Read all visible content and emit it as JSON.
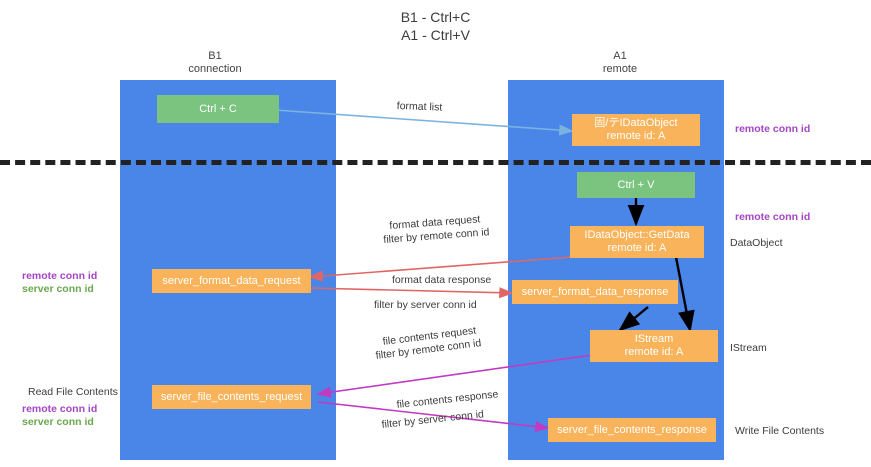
{
  "title": {
    "line1": "B1 - Ctrl+C",
    "line2": "A1 - Ctrl+V"
  },
  "lanes": [
    {
      "id": "b1",
      "name": "B1",
      "sub": "connection"
    },
    {
      "id": "a1",
      "name": "A1",
      "sub": "remote"
    }
  ],
  "nodes": {
    "ctrl_c": {
      "line1": "Ctrl + C",
      "line2": ""
    },
    "register_idataobject": {
      "line1": "固/テIDataObject",
      "line2": "remote id: A"
    },
    "ctrl_v": {
      "line1": "Ctrl + V",
      "line2": ""
    },
    "getdata": {
      "line1": "IDataObject::GetData",
      "line2": "remote id: A"
    },
    "server_format_data_request": {
      "line1": "server_format_data_request",
      "line2": ""
    },
    "server_format_data_response": {
      "line1": "server_format_data_response",
      "line2": ""
    },
    "istream": {
      "line1": "IStream",
      "line2": "remote id: A"
    },
    "server_file_contents_request": {
      "line1": "server_file_contents_request",
      "line2": ""
    },
    "server_file_contents_response": {
      "line1": "server_file_contents_response",
      "line2": ""
    }
  },
  "annotations": {
    "format_list": "format list",
    "format_data_request": "format data request",
    "filter_by_1_prefix": "filter by ",
    "filter_by_remote_conn_id": "remote conn id",
    "format_data_response": "format data response",
    "filter_by_server_conn_id": "server conn id",
    "file_contents_request": "file contents request",
    "file_contents_response": "file contents response",
    "filter_by_prefix": "filter by "
  },
  "side_labels": {
    "right_remote_conn_id_top": "remote conn id",
    "right_remote_conn_id_mid": "remote conn id",
    "right_dataobject": "DataObject",
    "right_istream": "IStream",
    "right_write_file_contents": "Write File Contents",
    "left_remote_conn_id_mid": "remote conn id",
    "left_server_conn_id_mid": "server conn id",
    "left_read_file_contents": "Read File Contents",
    "left_remote_conn_id_bottom": "remote conn id",
    "left_server_conn_id_bottom": "server conn id"
  },
  "colors": {
    "lane": "#4a86e8",
    "node_orange": "#f9b35a",
    "node_green": "#7ac47f",
    "purple": "#a445c4",
    "green_text": "#6aa84f",
    "arrow_blue": "#7bb3e0",
    "arrow_red": "#e06666",
    "arrow_black": "#000000",
    "arrow_magenta": "#c23ac2"
  }
}
